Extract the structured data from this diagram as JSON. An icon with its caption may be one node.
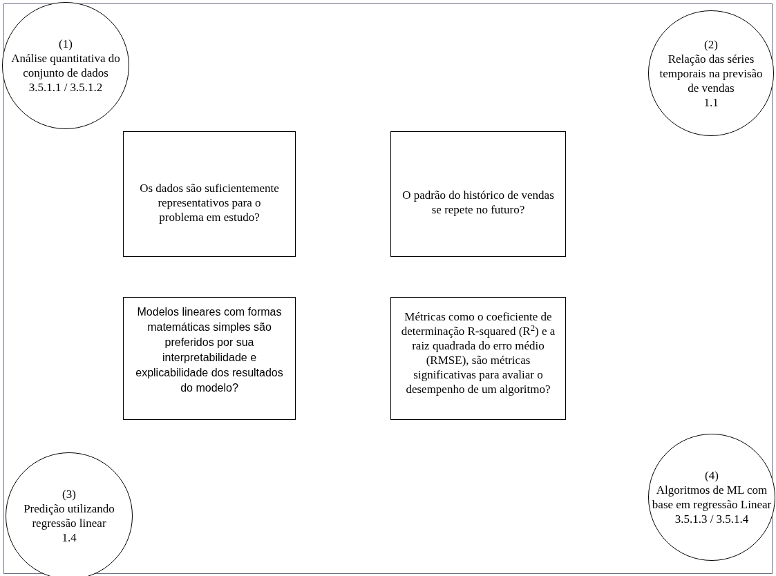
{
  "diagram": {
    "nodes": [
      {
        "text": [
          "(1)",
          "Análise quantitativa do conjunto de dados",
          "3.5.1.1 / 3.5.1.2"
        ]
      },
      {
        "text": [
          "(2)",
          "Relação das séries temporais na previsão de vendas",
          "1.1"
        ]
      },
      {
        "text": [
          "Os dados são suficientemente representativos para o problema em estudo?"
        ]
      },
      {
        "text": [
          "O padrão do histórico de vendas se repete no futuro?"
        ]
      },
      {
        "text": [
          "Modelos lineares com formas matemáticas simples são preferidos por sua interpretabilidade e explicabilidade dos resultados do modelo?"
        ]
      },
      {
        "text": [
          "Métricas como o coeficiente de determinação R-squared (R$^{2}$) e a raiz quadrada do erro médio (RMSE), são métricas significativas para avaliar o desempenho de um algoritmo?"
        ]
      },
      {
        "text": [
          "(4)",
          "Algoritmos de ML com base em regressão Linear",
          "3.5.1.3 / 3.5.1.4"
        ]
      },
      {
        "text": [
          "(3)",
          "Predição utilizando regressão linear",
          "1.4"
        ]
      }
    ],
    "edges": []
  }
}
